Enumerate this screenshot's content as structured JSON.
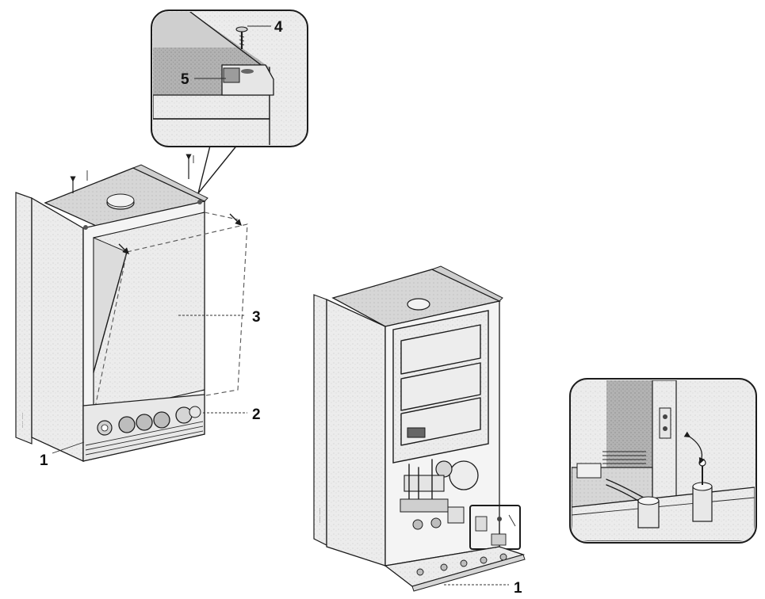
{
  "callouts": {
    "left_label_1": "1",
    "left_label_2": "2",
    "left_label_3": "3",
    "inset_label_4": "4",
    "inset_label_5": "5",
    "right_label_1": "1"
  },
  "colors": {
    "ink": "#1c1c1c",
    "panel_fill": "#eeeeee",
    "shade_fill": "#d9d9d9",
    "dark_fill": "#a8a8a8",
    "background": "#ffffff"
  }
}
